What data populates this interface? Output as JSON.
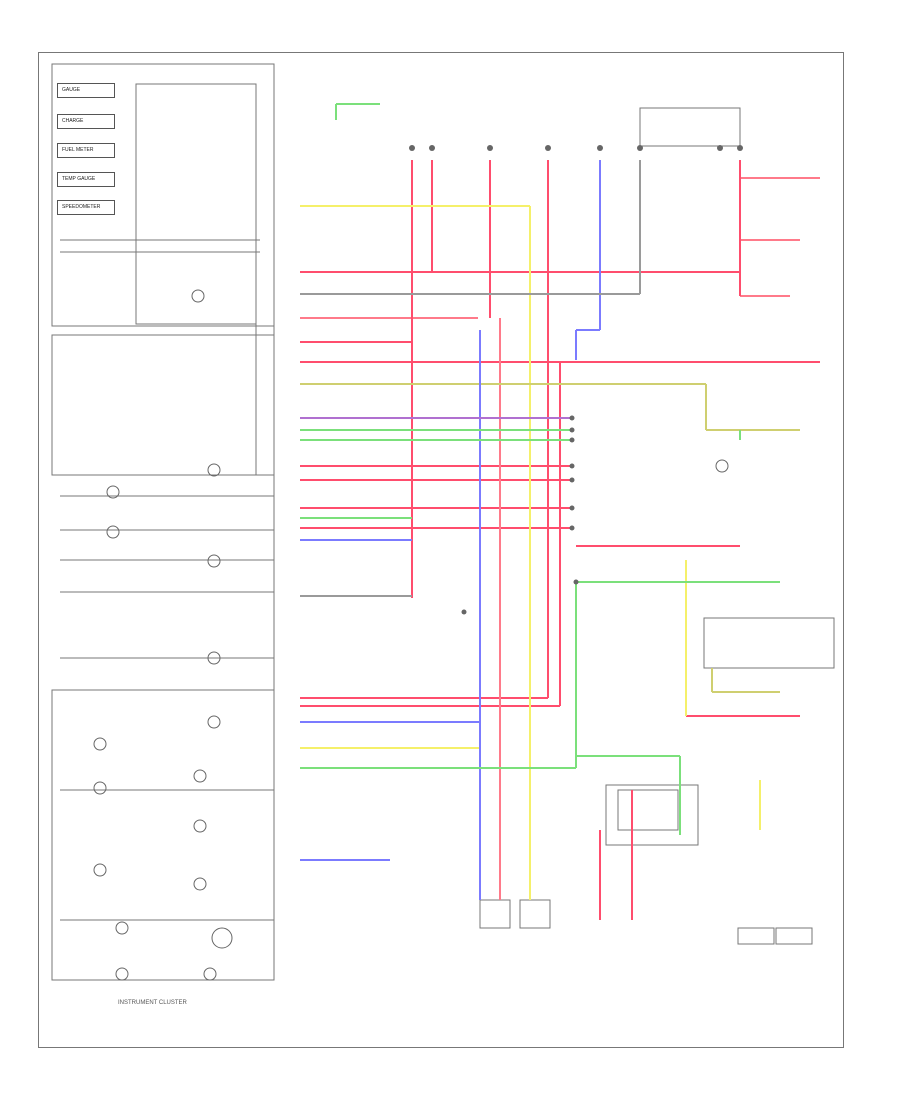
{
  "diagram": {
    "title": "INSTRUMENT CLUSTER",
    "footer_id": "",
    "gauges": [
      "GAUGE",
      "CHARGE",
      "FUEL METER",
      "TEMP GAUGE",
      "SPEEDOMETER"
    ],
    "wire_colors": {
      "red": "#ff4d6d",
      "pink": "#ff7a8a",
      "yellow": "#f5f06a",
      "blue": "#7b7bff",
      "green": "#7be07b",
      "purple": "#b070d0",
      "gray": "#9a9a9a",
      "olive": "#cfcf70",
      "black": "#333333"
    }
  }
}
